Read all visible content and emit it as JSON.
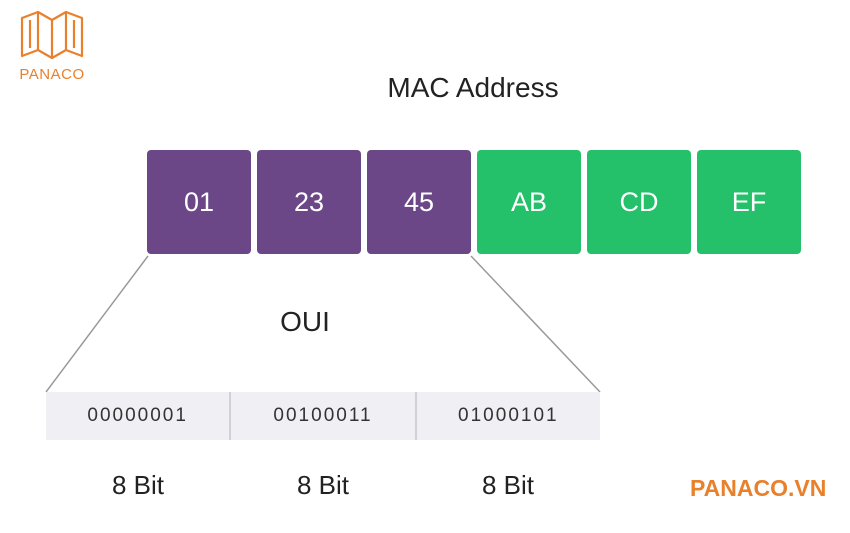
{
  "logo": {
    "name": "PANACO",
    "icon": "open-book-icon",
    "color": "#e8802c"
  },
  "title": "MAC Address",
  "octets": [
    {
      "value": "01",
      "group": "oui"
    },
    {
      "value": "23",
      "group": "oui"
    },
    {
      "value": "45",
      "group": "oui"
    },
    {
      "value": "AB",
      "group": "nic"
    },
    {
      "value": "CD",
      "group": "nic"
    },
    {
      "value": "EF",
      "group": "nic"
    }
  ],
  "colors": {
    "oui": "#6b4787",
    "nic": "#24c06a",
    "bits_bar": "#f0eff4"
  },
  "oui_label": "OUI",
  "bits": [
    "00000001",
    "00100011",
    "01000101"
  ],
  "bit_labels": [
    "8 Bit",
    "8 Bit",
    "8 Bit"
  ],
  "brand": "PANACO.VN"
}
